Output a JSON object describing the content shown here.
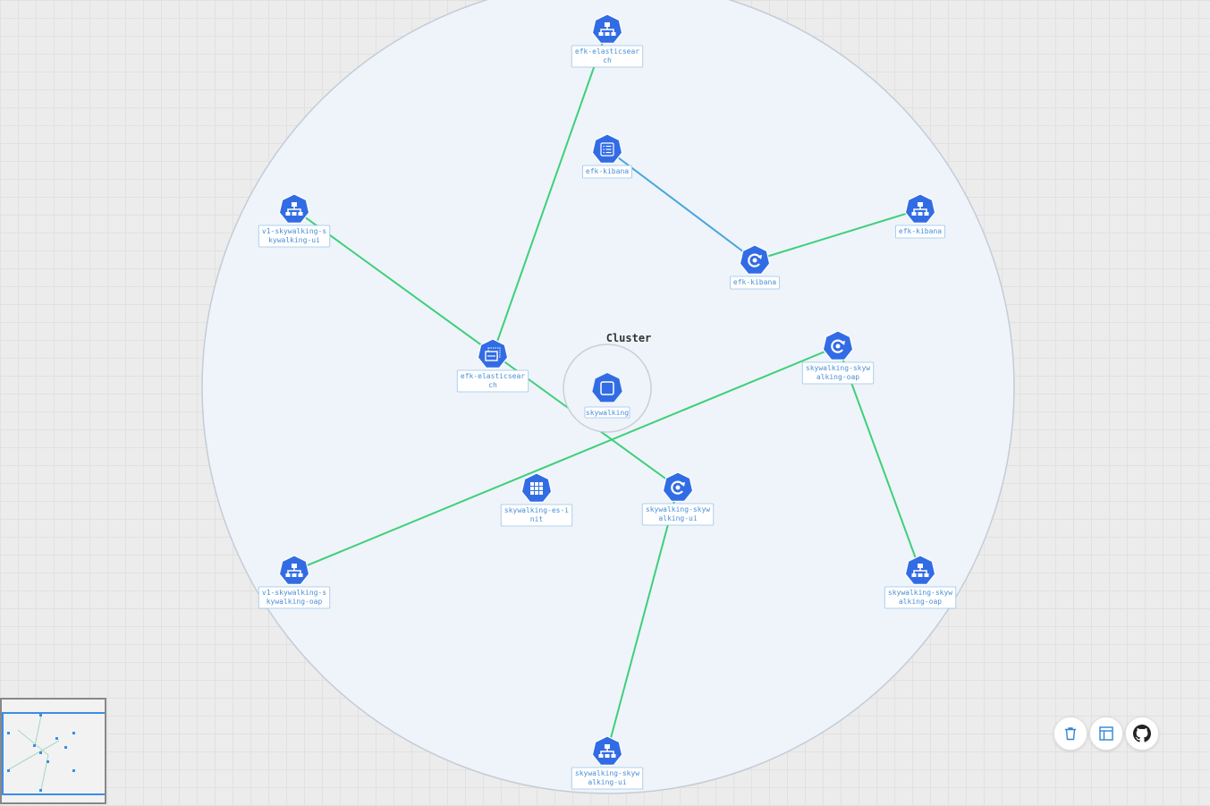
{
  "cluster": {
    "title": "Cluster",
    "center_label": "skywalking"
  },
  "nodes": [
    {
      "id": "n1",
      "label": [
        "efk-elasticsear",
        "ch"
      ],
      "icon": "service-icon"
    },
    {
      "id": "n2",
      "label": [
        "efk-kibana"
      ],
      "icon": "pod-icon"
    },
    {
      "id": "n3",
      "label": [
        "v1-skywalking-s",
        "kywalking-ui"
      ],
      "icon": "service-icon"
    },
    {
      "id": "n4",
      "label": [
        "efk-kibana"
      ],
      "icon": "service-icon"
    },
    {
      "id": "n5",
      "label": [
        "efk-kibana"
      ],
      "icon": "deployment-icon"
    },
    {
      "id": "n6",
      "label": [
        "efk-elasticsear",
        "ch"
      ],
      "icon": "statefulset-icon"
    },
    {
      "id": "n7",
      "label": [
        "skywalking-skyw",
        "alking-oap"
      ],
      "icon": "deployment-icon"
    },
    {
      "id": "n8",
      "label": [
        "skywalking-es-i",
        "nit"
      ],
      "icon": "job-icon"
    },
    {
      "id": "n9",
      "label": [
        "skywalking-skyw",
        "alking-ui"
      ],
      "icon": "deployment-icon"
    },
    {
      "id": "n10",
      "label": [
        "v1-skywalking-s",
        "kywalking-oap"
      ],
      "icon": "service-icon"
    },
    {
      "id": "n11",
      "label": [
        "skywalking-skyw",
        "alking-oap"
      ],
      "icon": "service-icon"
    },
    {
      "id": "n12",
      "label": [
        "skywalking-skyw",
        "alking-ui"
      ],
      "icon": "service-icon"
    }
  ],
  "edges": [
    {
      "from": "n1",
      "to": "n6",
      "color": "#3ecf7a"
    },
    {
      "from": "n3",
      "to": "n9",
      "color": "#3ecf7a"
    },
    {
      "from": "n2",
      "to": "n5",
      "color": "#4aa3df"
    },
    {
      "from": "n5",
      "to": "n4",
      "color": "#3ecf7a"
    },
    {
      "from": "n7",
      "to": "n10",
      "color": "#3ecf7a"
    },
    {
      "from": "n7",
      "to": "n11",
      "color": "#3ecf7a"
    },
    {
      "from": "n9",
      "to": "n12",
      "color": "#3ecf7a"
    }
  ],
  "toolbar": {
    "buttons": [
      "trash-icon",
      "layout-icon",
      "github-icon"
    ]
  },
  "colors": {
    "node": "#326ce5",
    "edge_green": "#3ecf7a",
    "edge_blue": "#4aa3df",
    "label": "#4a8fd6",
    "circle_fill": "#eef4f9",
    "circle_stroke": "#c4ccd6"
  }
}
